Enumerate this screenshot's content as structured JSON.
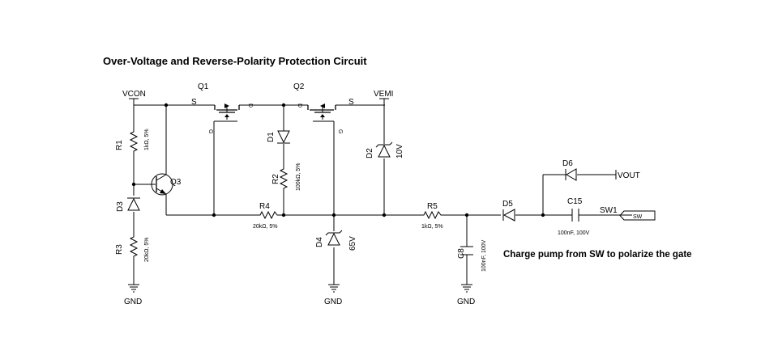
{
  "title": "Over-Voltage and Reverse-Polarity Protection Circuit",
  "nets": {
    "vcon": "VCON",
    "vemi": "VEMI",
    "vout": "VOUT",
    "sw": "SW",
    "gnd": "GND"
  },
  "transistors": {
    "q1": {
      "ref": "Q1",
      "s": "S",
      "d": "D",
      "g": "G"
    },
    "q2": {
      "ref": "Q2",
      "s": "S",
      "d": "D",
      "g": "G"
    },
    "q3": {
      "ref": "Q3"
    }
  },
  "resistors": {
    "r1": {
      "ref": "R1",
      "value": "1kΩ, 5%"
    },
    "r2": {
      "ref": "R2",
      "value": "100kΩ, 5%"
    },
    "r3": {
      "ref": "R3",
      "value": "20kΩ, 5%"
    },
    "r4": {
      "ref": "R4",
      "value": "20kΩ, 5%"
    },
    "r5": {
      "ref": "R5",
      "value": "1kΩ, 5%"
    }
  },
  "diodes": {
    "d1": {
      "ref": "D1"
    },
    "d2": {
      "ref": "D2",
      "value": "10V"
    },
    "d3": {
      "ref": "D3"
    },
    "d4": {
      "ref": "D4",
      "value": "65V"
    },
    "d5": {
      "ref": "D5"
    },
    "d6": {
      "ref": "D6"
    }
  },
  "capacitors": {
    "c8": {
      "ref": "C8",
      "value": "100nF, 100V"
    },
    "c15": {
      "ref": "C15",
      "value": "100nF, 100V"
    }
  },
  "switch": {
    "ref": "SW1",
    "port": "SW"
  },
  "note": {
    "prefix": "Charge pump from ",
    "bold": "SW",
    "suffix": " to polarize the gate"
  }
}
